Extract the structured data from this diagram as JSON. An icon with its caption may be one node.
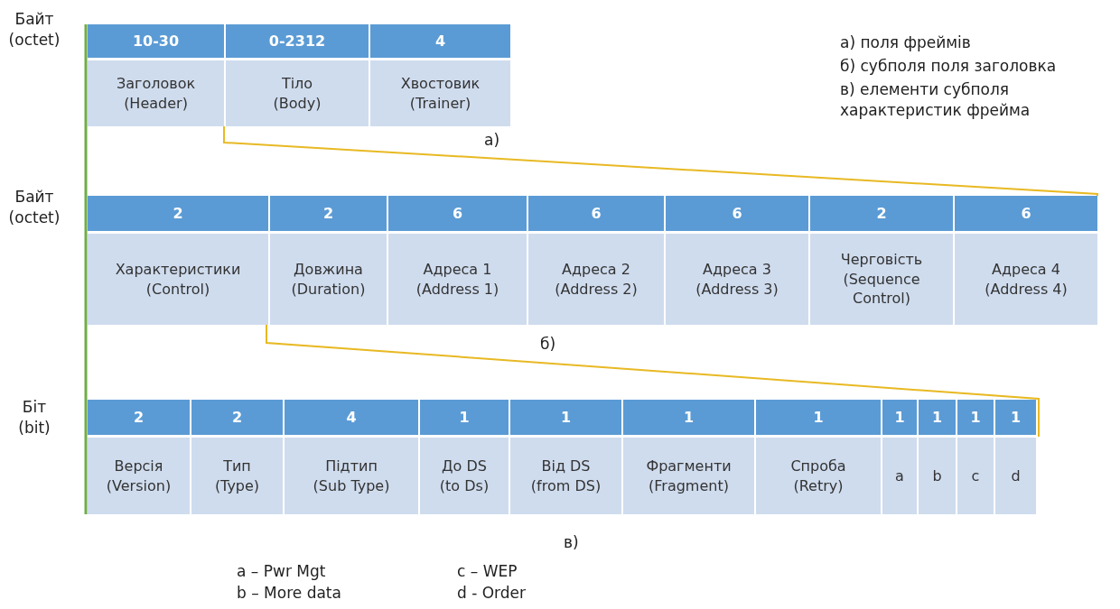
{
  "diagram": {
    "nodes": [
      {
        "text": [
          "10-30",
          "Заголовок (Header)"
        ]
      },
      {
        "text": [
          "0-2312",
          "Тіло (Body)"
        ]
      },
      {
        "text": [
          "4",
          "Хвостовик (Trainer)"
        ]
      },
      {
        "text": [
          "2",
          "Характеристики (Control)"
        ]
      },
      {
        "text": [
          "2",
          "Довжина (Duration)"
        ]
      },
      {
        "text": [
          "6",
          "Адреса 1 (Address 1)"
        ]
      },
      {
        "text": [
          "6",
          "Адреса 2 (Address 2)"
        ]
      },
      {
        "text": [
          "6",
          "Адреса 3 (Address 3)"
        ]
      },
      {
        "text": [
          "2",
          "Черговість (Sequence Control)"
        ]
      },
      {
        "text": [
          "6",
          "Адреса 4 (Address 4)"
        ]
      },
      {
        "text": [
          "2",
          "Версія (Version)"
        ]
      },
      {
        "text": [
          "2",
          "Тип (Type)"
        ]
      },
      {
        "text": [
          "4",
          "Підтип (Sub Type)"
        ]
      },
      {
        "text": [
          "1",
          "До DS (to Ds)"
        ]
      },
      {
        "text": [
          "1",
          "Від DS (from DS)"
        ]
      },
      {
        "text": [
          "1",
          "Фрагменти (Fragment)"
        ]
      },
      {
        "text": [
          "1",
          "Спроба (Retry)"
        ]
      },
      {
        "text": [
          "1",
          "a"
        ]
      },
      {
        "text": [
          "1",
          "b"
        ]
      },
      {
        "text": [
          "1",
          "c"
        ]
      },
      {
        "text": [
          "1",
          "d"
        ]
      }
    ],
    "edges": [],
    "labels": [
      "Байт (octet)",
      "а) поля фреймів",
      "б) субполя поля заголовка",
      "в) елементи субполя характеристик фрейма",
      "а)",
      "Байт (octet)",
      "б)",
      "Біт (bit)",
      "в)",
      "a – Pwr Mgt",
      "c – WEP",
      "b – More data",
      "d - Order"
    ]
  }
}
